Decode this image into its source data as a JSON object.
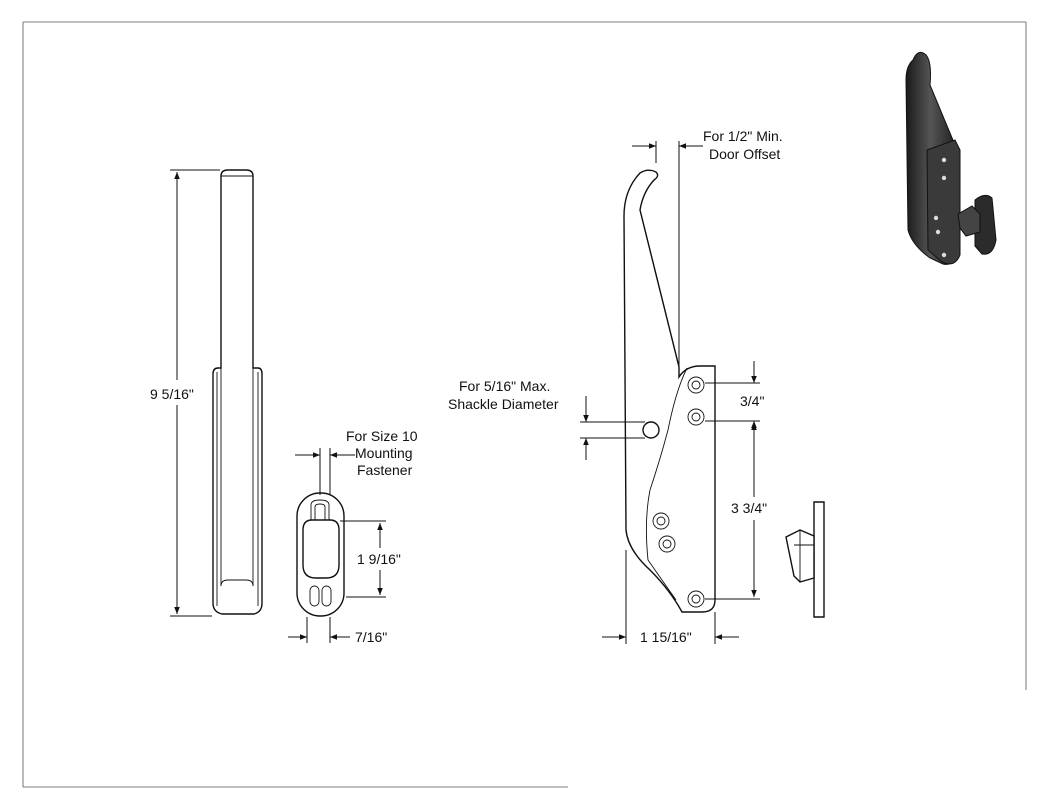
{
  "dimensions": {
    "overall_height": "9 5/16\"",
    "fastener_note_line1": "For Size 10",
    "fastener_note_line2": "Mounting",
    "fastener_note_line3": "Fastener",
    "strike_height": "1 9/16\"",
    "strike_width": "7/16\"",
    "offset_note_line1": "For 1/2\" Min.",
    "offset_note_line2": "Door Offset",
    "shackle_note_line1": "For 5/16\" Max.",
    "shackle_note_line2": "Shackle Diameter",
    "hole_spacing_top": "3/4\"",
    "hole_spacing_main": "3 3/4\"",
    "latch_depth": "1 15/16\""
  },
  "colors": {
    "line": "#111111",
    "frame": "#555555",
    "render_dark": "#2b2b2b"
  }
}
